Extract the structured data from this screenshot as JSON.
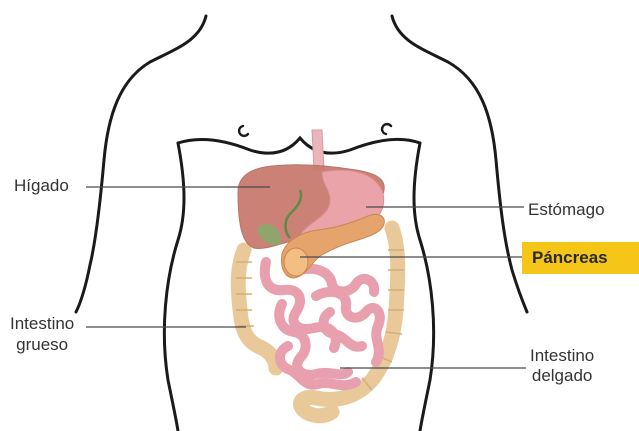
{
  "labels": {
    "higado": "Hígado",
    "estomago": "Estómago",
    "pancreas": "Páncreas",
    "intestino_grueso_line1": "Intestino",
    "intestino_grueso_line2": "grueso",
    "intestino_delgado_line1": "Intestino",
    "intestino_delgado_line2": "delgado"
  },
  "colors": {
    "highlight": "#f5c518",
    "body_outline": "#1a1a1a",
    "liver": "#c97b6f",
    "stomach": "#e9a3a9",
    "pancreas": "#e5a46c",
    "small_intestine": "#e8a0ae",
    "large_intestine": "#e9c99a",
    "leader_line": "#4a4a4a"
  }
}
